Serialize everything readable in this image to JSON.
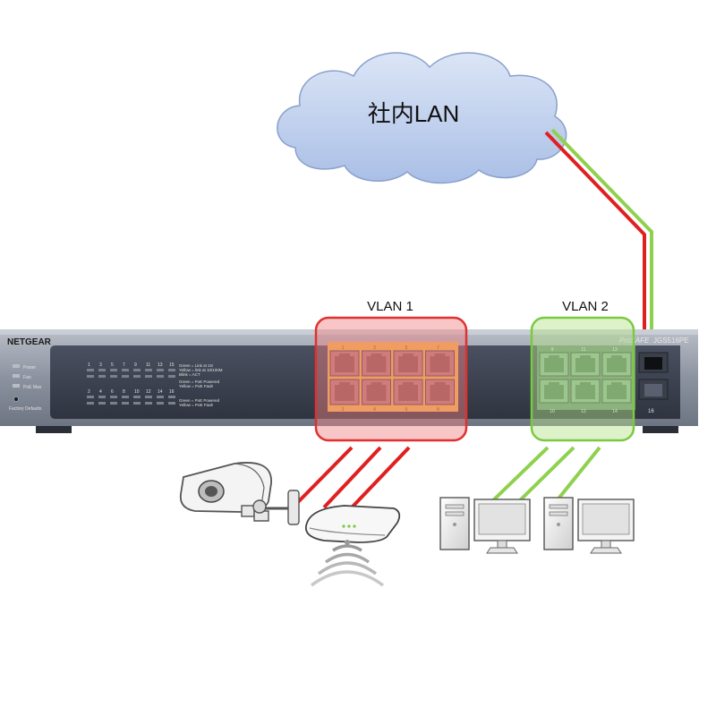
{
  "cloud": {
    "label": "社内LAN"
  },
  "switch": {
    "brand": "NETGEAR",
    "model_prefix": "ProSAFE",
    "model": "JGS516PE",
    "status_labels": [
      "Power",
      "Fan",
      "PoE Max"
    ],
    "reset_label": "Factory Defaults",
    "led_row_top": [
      "1",
      "3",
      "5",
      "7",
      "9",
      "11",
      "13",
      "15"
    ],
    "led_row_bottom": [
      "2",
      "4",
      "6",
      "8",
      "10",
      "12",
      "14",
      "16"
    ],
    "legend_lines": [
      "Green = Link at 1G",
      "Yellow = link at 10/100M",
      "Blink = ACT",
      "Green = PoE Powered",
      "Yellow = PoE Fault",
      "Green = PoE Powered",
      "Yellow = PoE Fault"
    ],
    "vlan1_port_top": [
      "1",
      "3",
      "5",
      "7"
    ],
    "vlan1_port_bottom": [
      "2",
      "4",
      "6",
      "8"
    ],
    "vlan2_port_top": [
      "9",
      "11",
      "13"
    ],
    "vlan2_port_bottom": [
      "10",
      "12",
      "14"
    ],
    "uplink_port": "16"
  },
  "vlans": [
    {
      "name": "VLAN 1",
      "color": "#e03030"
    },
    {
      "name": "VLAN 2",
      "color": "#7ac943"
    }
  ],
  "colors": {
    "vlan1_line": "#e02020",
    "vlan2_line": "#8fd14f",
    "vlan1_box_fill": "#f4a6a6",
    "vlan2_box_fill": "#c8eaa8",
    "cloud_fill": "#c5d4ef",
    "switch_body": "#9aa1ad"
  },
  "devices": [
    "camera-icon",
    "access-point-icon",
    "wifi-icon",
    "desktop-pc-icon",
    "desktop-pc-icon"
  ]
}
